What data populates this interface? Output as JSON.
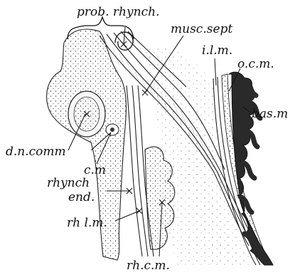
{
  "figure": {
    "labels": {
      "prob_rhynch": "prob. rhynch.",
      "musc_sept": "musc.sept",
      "ilm": "i.l.m.",
      "ocm": "o.c.m.",
      "bas_m": "bas.m",
      "dn_comm": "d.n.comm",
      "cm": "c.m",
      "rhynch": "rhynch",
      "end": "end.",
      "rhlm": "rh l.m.",
      "rhcm": "rh.c.m."
    },
    "colors": {
      "ink": "#111111",
      "background": "#ffffff",
      "dark_tissue": "#2a2a2a"
    }
  }
}
